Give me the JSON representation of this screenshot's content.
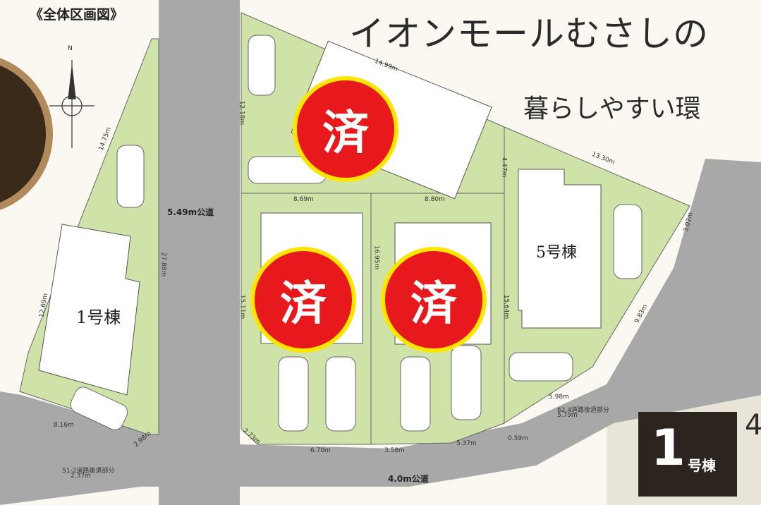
{
  "header": {
    "title": "イオンモールむさしの",
    "subtitle": "暮らしやすい環"
  },
  "plan_label": "《全体区画図》",
  "badges": {
    "sold": "済"
  },
  "houses": {
    "house1": "1号棟",
    "house5": "5号棟",
    "suffix": "号棟"
  },
  "roads": {
    "public_549": "5.49m公道",
    "public_40": "4.0m公道",
    "setback_512": "51-2道路後退部分",
    "setback_512_value": "2.37m",
    "setback_624": "62.4道路後退部分",
    "setback_624_value": "5.79m"
  },
  "dims": {
    "d1499": "14.99m",
    "d1218": "12.18m",
    "d1475": "14.75m",
    "d447": "4.47m",
    "d1330": "13.30m",
    "d869": "8.69m",
    "d880": "8.80m",
    "d302": "3.02m",
    "d2788": "27.88m",
    "d1269": "12.69m",
    "d1511": "15.11m",
    "d1695": "16.95m",
    "d1564": "15.64m",
    "d983": "9.83m",
    "d598": "5.98m",
    "d816": "8.16m",
    "d298": "2.98m",
    "d273": "2.73m",
    "d670": "6.70m",
    "d358": "3.58m",
    "d537": "5.37m",
    "d059": "0.59m"
  },
  "lot_box": {
    "number": "1",
    "suffix": "号棟",
    "extra_digit": "4"
  },
  "compass": {
    "north": "N"
  },
  "colors": {
    "lot_green": "#cfe3a8",
    "road_gray": "#a8a8a8",
    "badge_red": "#e8191c",
    "badge_yellow": "#ffe500",
    "dark_box": "#2b241f"
  }
}
